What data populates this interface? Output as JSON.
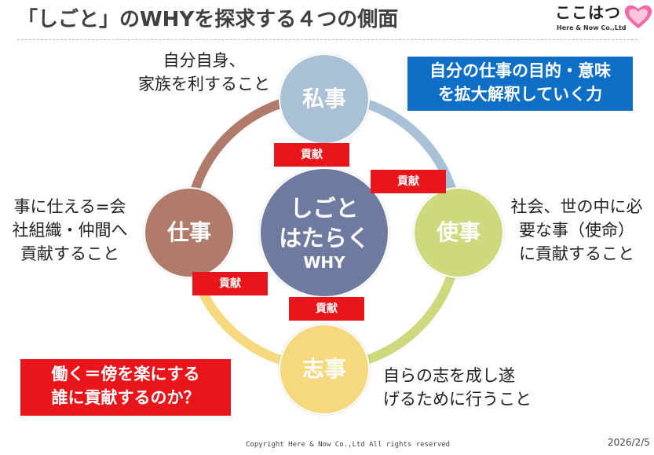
{
  "title": "「しごと」のWHYを探求する４つの側面",
  "logo": {
    "text": "ここはつ",
    "sub": "Here & Now Co.,Ltd"
  },
  "center": {
    "line1": "しごと",
    "line2": "はたらく",
    "line3": "WHY"
  },
  "nodes": {
    "top": "私事",
    "right": "使事",
    "bottom": "志事",
    "left": "仕事"
  },
  "tag": "貢献",
  "descs": {
    "top": [
      "自分自身、",
      "家族を利すること"
    ],
    "right": [
      "社会、世の中に必",
      "要な事（使命）",
      "に貢献すること"
    ],
    "bottom": [
      "自らの志を成し遂",
      "げるために行うこと"
    ],
    "left": [
      "事に仕える=会",
      "社組織・仲間へ",
      "貢献すること"
    ]
  },
  "blue_box": [
    "自分の仕事の目的・意味",
    "を拡大解釈していく力"
  ],
  "red_box": [
    "働く＝傍を楽にする",
    "誰に貢献するのか？"
  ],
  "footer": {
    "copyright": "Copyright Here & Now Co.,Ltd All rights reserved",
    "date": "2026/2/5"
  },
  "colors": {
    "top": "#a9c1d6",
    "right": "#cdd97c",
    "bottom": "#f6d87e",
    "left": "#b17b6b",
    "center": "#6f7aa1",
    "red": "#e8161b",
    "blue": "#0f6fc6"
  }
}
